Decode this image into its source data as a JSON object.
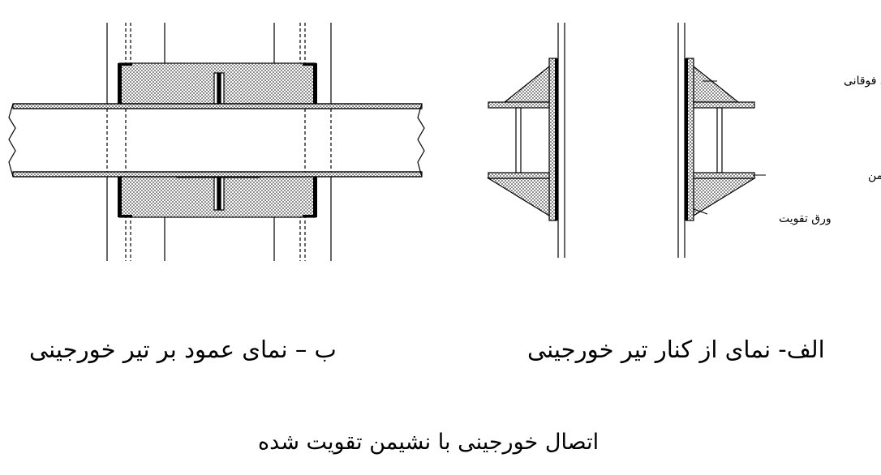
{
  "labels": {
    "top_seat_plate": "ورق لچکی فوقانی",
    "horizontal_seat_plate": "ورق افقی نشیمن",
    "stiffener_plate": "ورق تقویت"
  },
  "captions": {
    "view_b": "ب – نمای عمود بر تیر خورجینی",
    "view_alef": "الف- نمای از کنار تیر خورجینی",
    "main_title": "اتصال خورجینی با نشیمن تقویت شده"
  },
  "colors": {
    "line": "#000000",
    "plate_fill": "#d9d9d9",
    "weld": "#000000"
  }
}
